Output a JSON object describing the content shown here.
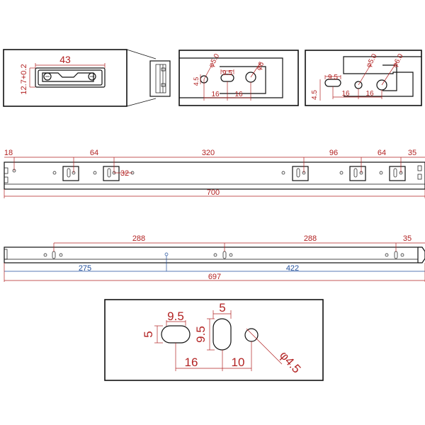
{
  "colors": {
    "dimension": "#b22222",
    "dimension_secondary": "#1f4e9c",
    "outline": "#111111"
  },
  "cross_section": {
    "width": "43",
    "height": "12.7+0.2"
  },
  "detail_front": {
    "hole_dia": "φ5.0",
    "slot": "9.5",
    "hole_dia2": "φ6",
    "height": "4.5",
    "spacing_a": "16",
    "spacing_b": "16"
  },
  "detail_rear": {
    "slot": "9.5",
    "hole_dia": "φ5.0",
    "hole_dia2": "φ6.0",
    "height": "4.5",
    "spacing_a": "16",
    "spacing_b": "16"
  },
  "drawer_member": {
    "d1": "18",
    "d2": "64",
    "d3": "320",
    "d4": "96",
    "d5": "64",
    "d6": "35",
    "d7": "32",
    "length": "700"
  },
  "cabinet_member": {
    "d1": "288",
    "d2": "288",
    "d3": "35",
    "d4": "275",
    "d5": "422",
    "length": "697"
  },
  "hole_detail": {
    "slot_w": "9.5",
    "slot_h": "5",
    "slot2_w": "5",
    "slot2_h": "9.5",
    "spacing_a": "16",
    "spacing_b": "10",
    "hole_dia": "φ4.5"
  }
}
